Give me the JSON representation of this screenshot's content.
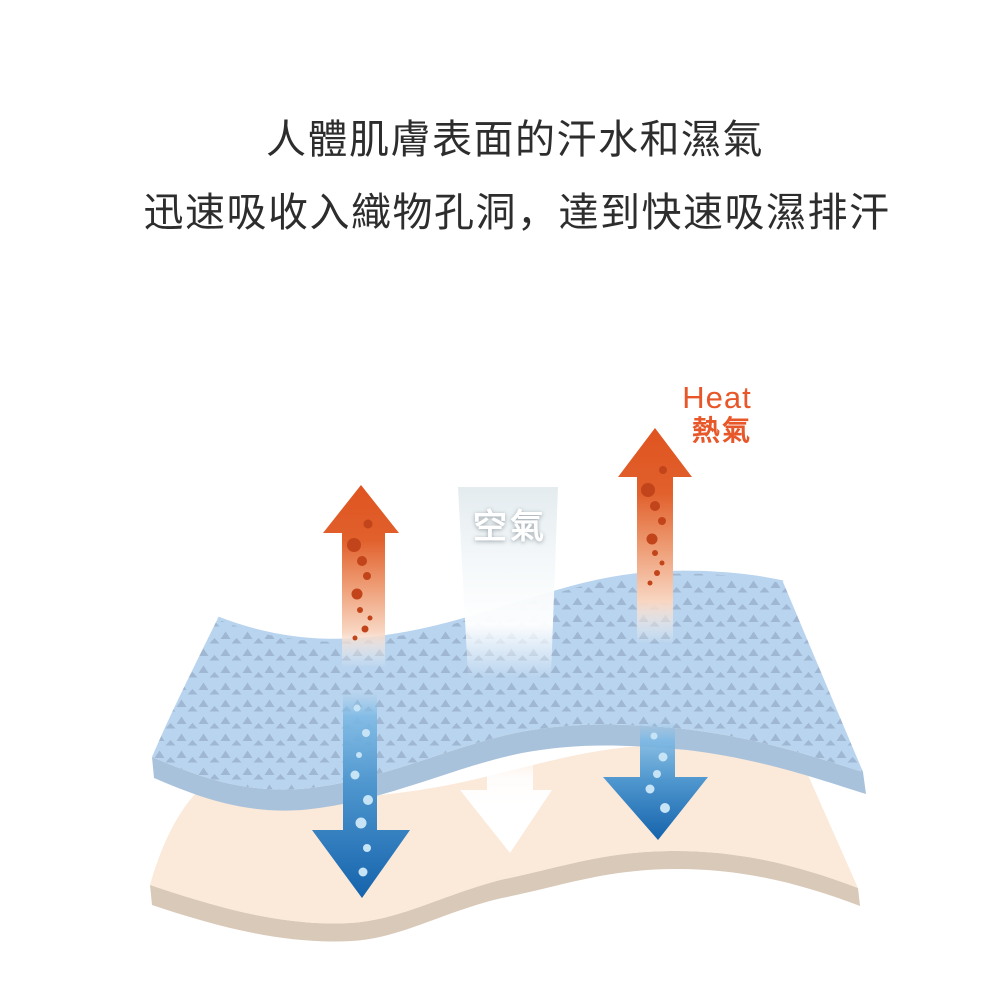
{
  "title": {
    "line1": "人體肌膚表面的汗水和濕氣",
    "line2": "迅速吸收入織物孔洞，達到快速吸濕排汗"
  },
  "labels": {
    "heat_en": "Heat",
    "heat_zh": "熱氣",
    "air_zh": "空氣"
  },
  "colors": {
    "title_text": "#2d2d2d",
    "heat_orange": "#e8572a",
    "heat_dot": "#c2441a",
    "moisture_blue_dark": "#1563ac",
    "moisture_blue_light": "#7db9e4",
    "moisture_dot": "#c6e4f6",
    "fabric_blue": "#b9d4ee",
    "fabric_triangle": "#9fb7d2",
    "fabric_edge": "#a9c2dc",
    "skin_beige": "#fbe9d9",
    "skin_edge": "#d9c9b8",
    "air_beam_tint": "#e3ebee",
    "air_label": "#ffffff"
  }
}
